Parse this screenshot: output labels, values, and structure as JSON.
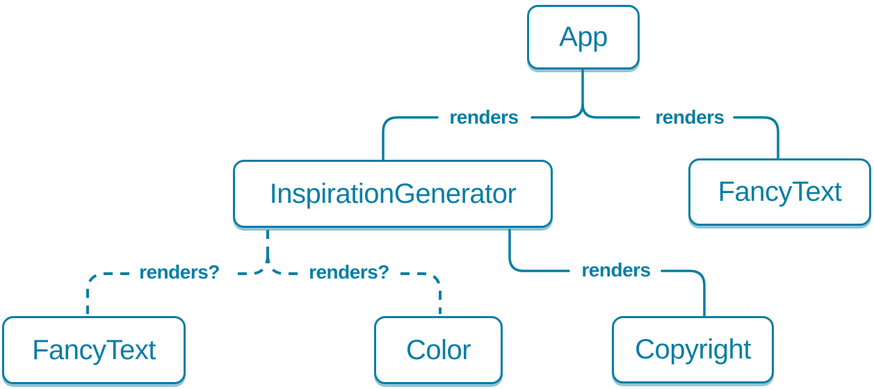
{
  "colors": {
    "accent": "#087ea4",
    "node_fill": "#ffffff",
    "shadow": "rgba(8,126,164,0.45)"
  },
  "nodes": [
    {
      "id": "app",
      "label": "App"
    },
    {
      "id": "inspiration-generator",
      "label": "InspirationGenerator"
    },
    {
      "id": "fancy-text-top",
      "label": "FancyText"
    },
    {
      "id": "fancy-text-bottom",
      "label": "FancyText"
    },
    {
      "id": "color",
      "label": "Color"
    },
    {
      "id": "copyright",
      "label": "Copyright"
    }
  ],
  "edges": [
    {
      "from": "App",
      "to": "InspirationGenerator",
      "label": "renders",
      "style": "solid"
    },
    {
      "from": "App",
      "to": "FancyText",
      "label": "renders",
      "style": "solid"
    },
    {
      "from": "InspirationGenerator",
      "to": "FancyText",
      "label": "renders?",
      "style": "dashed"
    },
    {
      "from": "InspirationGenerator",
      "to": "Color",
      "label": "renders?",
      "style": "dashed"
    },
    {
      "from": "InspirationGenerator",
      "to": "Copyright",
      "label": "renders",
      "style": "solid"
    }
  ]
}
